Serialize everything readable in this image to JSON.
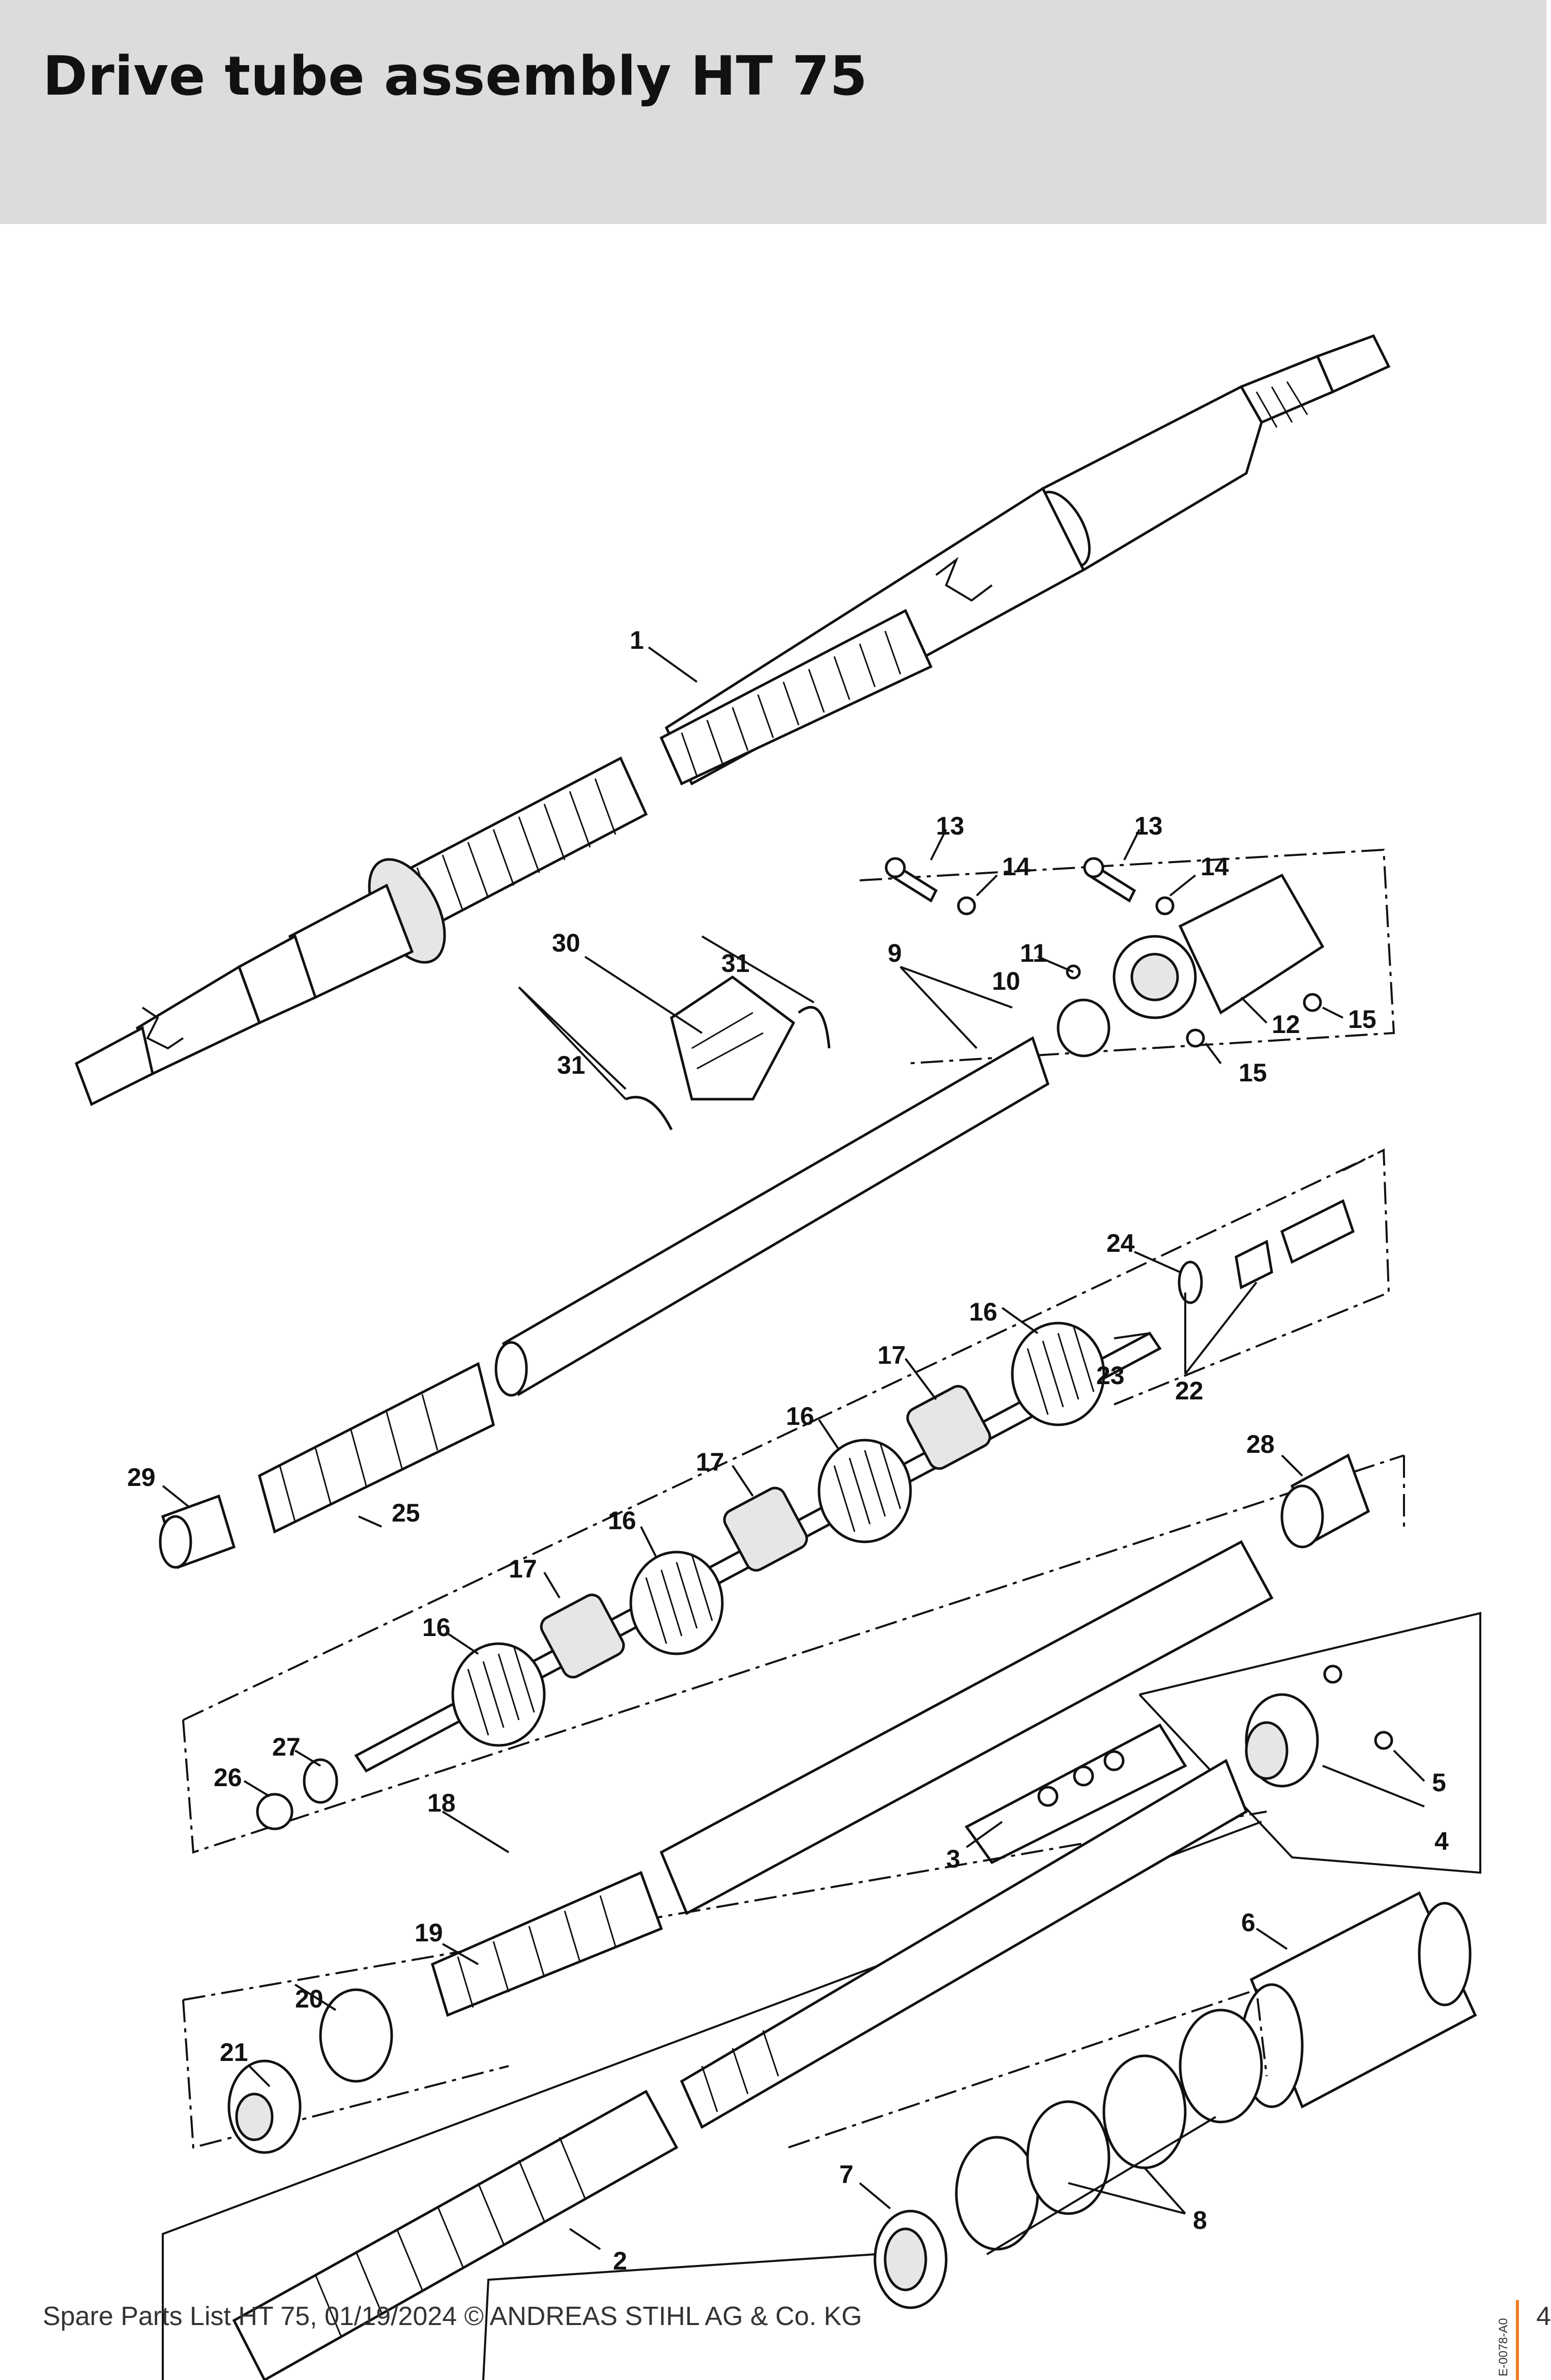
{
  "page": {
    "title": "Drive tube assembly HT 75",
    "footer": "Spare Parts List HT 75, 01/19/2024 © ANDREAS STIHL AG & Co. KG",
    "drawing_code": "E-0078-A0",
    "page_number": "4",
    "accent_color": "#f37a1f",
    "header_color": "#dcdcdc"
  },
  "callouts": {
    "c1": "1",
    "c2": "2",
    "c3": "3",
    "c4": "4",
    "c5": "5",
    "c6": "6",
    "c7": "7",
    "c8": "8",
    "c9": "9",
    "c10": "10",
    "c11": "11",
    "c12": "12",
    "c13a": "13",
    "c13b": "13",
    "c14a": "14",
    "c14b": "14",
    "c15a": "15",
    "c15b": "15",
    "c16a": "16",
    "c16b": "16",
    "c16c": "16",
    "c16d": "16",
    "c17a": "17",
    "c17b": "17",
    "c17c": "17",
    "c18": "18",
    "c19": "19",
    "c20": "20",
    "c21": "21",
    "c22": "22",
    "c23": "23",
    "c24": "24",
    "c25": "25",
    "c26": "26",
    "c27": "27",
    "c28": "28",
    "c29": "29",
    "c30": "30",
    "c31a": "31",
    "c31b": "31"
  }
}
